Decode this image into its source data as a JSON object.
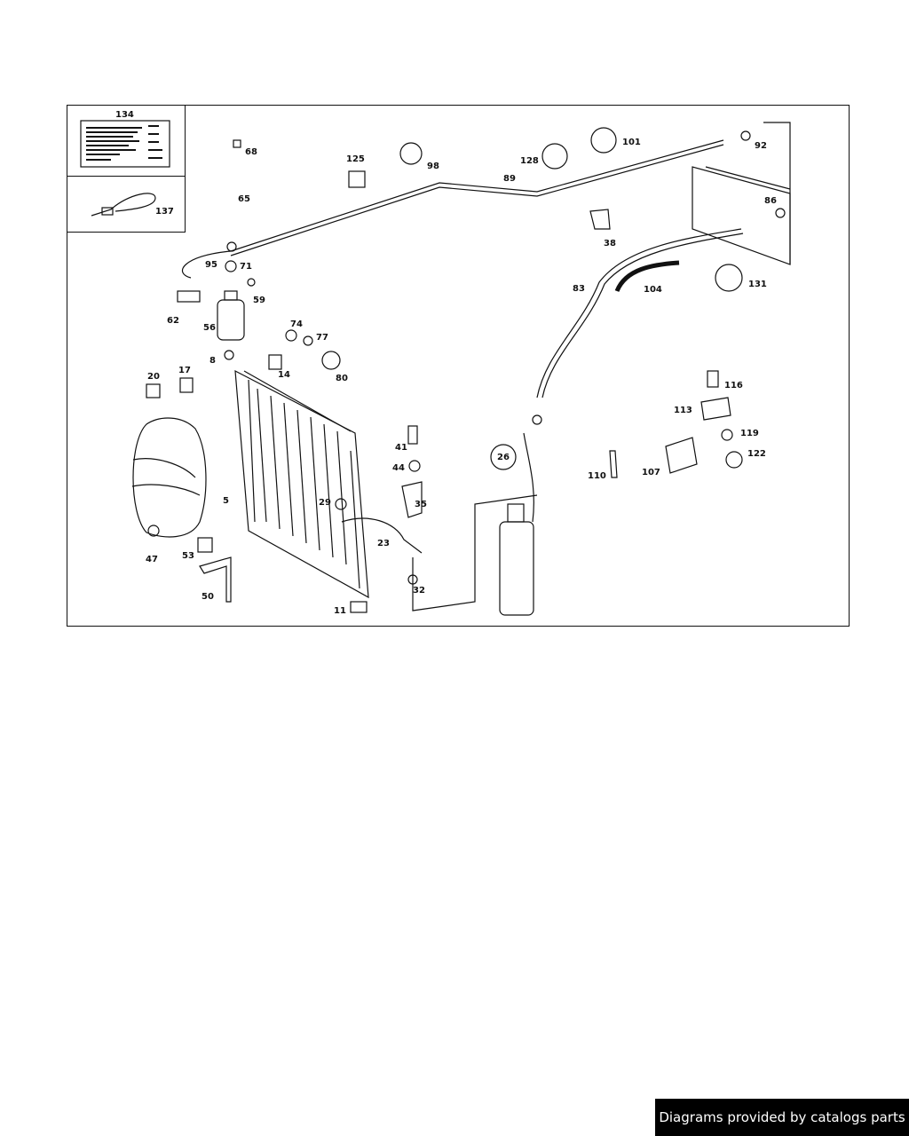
{
  "diagram": {
    "part_labels": [
      "134",
      "137",
      "68",
      "65",
      "95",
      "71",
      "59",
      "62",
      "56",
      "8",
      "74",
      "77",
      "14",
      "80",
      "20",
      "17",
      "5",
      "47",
      "53",
      "50",
      "29",
      "41",
      "44",
      "35",
      "23",
      "26",
      "32",
      "11",
      "125",
      "98",
      "89",
      "128",
      "101",
      "92",
      "86",
      "38",
      "83",
      "104",
      "131",
      "116",
      "113",
      "119",
      "107",
      "122",
      "110"
    ]
  },
  "footer": {
    "text": "Diagrams provided by catalogs parts"
  }
}
